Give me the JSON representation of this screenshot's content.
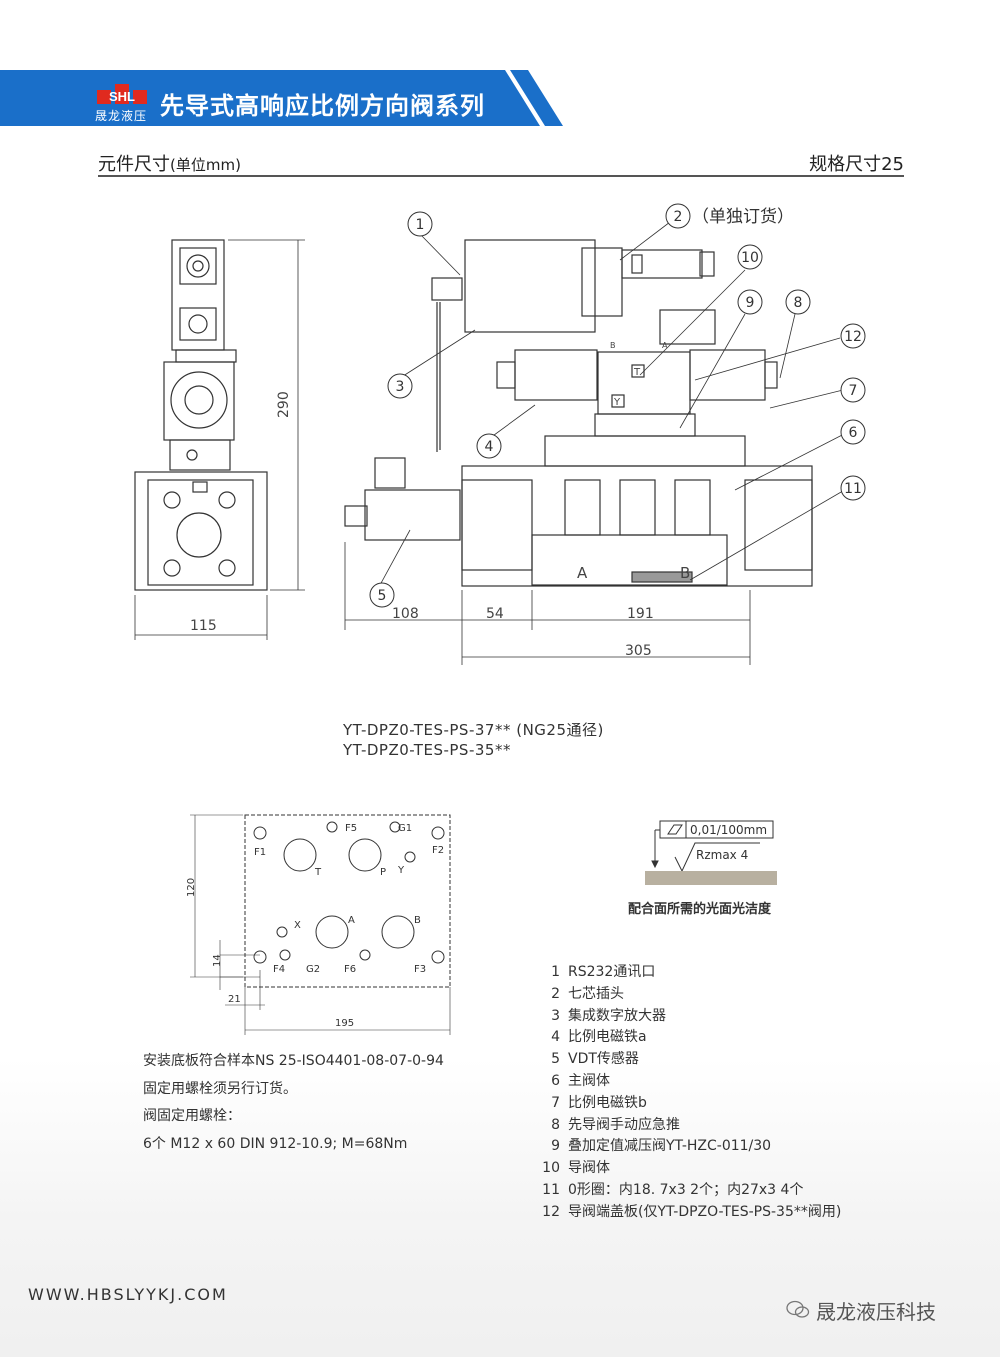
{
  "header": {
    "logo_text": "SHL",
    "company_sub": "晟龙液压",
    "title": "先导式高响应比例方向阀系列",
    "colors": {
      "banner": "#1a6fc9",
      "banner_dark": "#0f4f9a",
      "logo_red": "#e02a1f"
    }
  },
  "section": {
    "left_title": "元件尺寸",
    "left_unit": "(单位mm)",
    "right_title": "规格尺寸25"
  },
  "drawing": {
    "callouts": [
      "1",
      "2",
      "3",
      "4",
      "5",
      "6",
      "7",
      "8",
      "9",
      "10",
      "11",
      "12"
    ],
    "callout_2_note": "（单独订货）",
    "dims": {
      "height": "290",
      "side_width": "115",
      "d108": "108",
      "d54": "54",
      "d191": "191",
      "d305": "305"
    },
    "port_labels": {
      "a": "A",
      "b": "B",
      "t": "T",
      "y": "Y",
      "small_b": "B",
      "small_a": "A"
    }
  },
  "model": {
    "line1": "YT-DPZ0-TES-PS-37** (NG25通径)",
    "line2": "YT-DPZ0-TES-PS-35**"
  },
  "plate": {
    "labels": [
      "F5",
      "G1",
      "F1",
      "F2",
      "T",
      "P",
      "Y",
      "X",
      "A",
      "B",
      "F4",
      "G2",
      "F6",
      "F3"
    ],
    "dims": {
      "d120": "120",
      "d14": "14",
      "d21": "21",
      "d195": "195"
    }
  },
  "finish": {
    "flatness": "0,01/100mm",
    "roughness": "Rzmax 4",
    "caption": "配合面所需的光面光洁度"
  },
  "notes": [
    "安装底板符合样本NS 25-ISO4401-08-07-0-94",
    "固定用螺栓须另行订货。",
    "阀固定用螺栓：",
    "6个 M12 x 60 DIN 912-10.9; M=68Nm"
  ],
  "legend": [
    {
      "num": "1",
      "text": "RS232通讯口"
    },
    {
      "num": "2",
      "text": "七芯插头"
    },
    {
      "num": "3",
      "text": "集成数字放大器"
    },
    {
      "num": "4",
      "text": "比例电磁铁a"
    },
    {
      "num": "5",
      "text": "VDT传感器"
    },
    {
      "num": "6",
      "text": "主阀体"
    },
    {
      "num": "7",
      "text": "比例电磁铁b"
    },
    {
      "num": "8",
      "text": "先导阀手动应急推"
    },
    {
      "num": "9",
      "text": "叠加定值减压阀YT-HZC-011/30"
    },
    {
      "num": "10",
      "text": "导阀体"
    },
    {
      "num": "11",
      "text": "0形圈：内18. 7x3    2个；内27x3    4个"
    },
    {
      "num": "12",
      "text": "导阀端盖板(仅YT-DPZO-TES-PS-35**阀用)"
    }
  ],
  "footer": {
    "url": "WWW.HBSLYYKJ.COM",
    "brand": "晟龙液压科技"
  }
}
